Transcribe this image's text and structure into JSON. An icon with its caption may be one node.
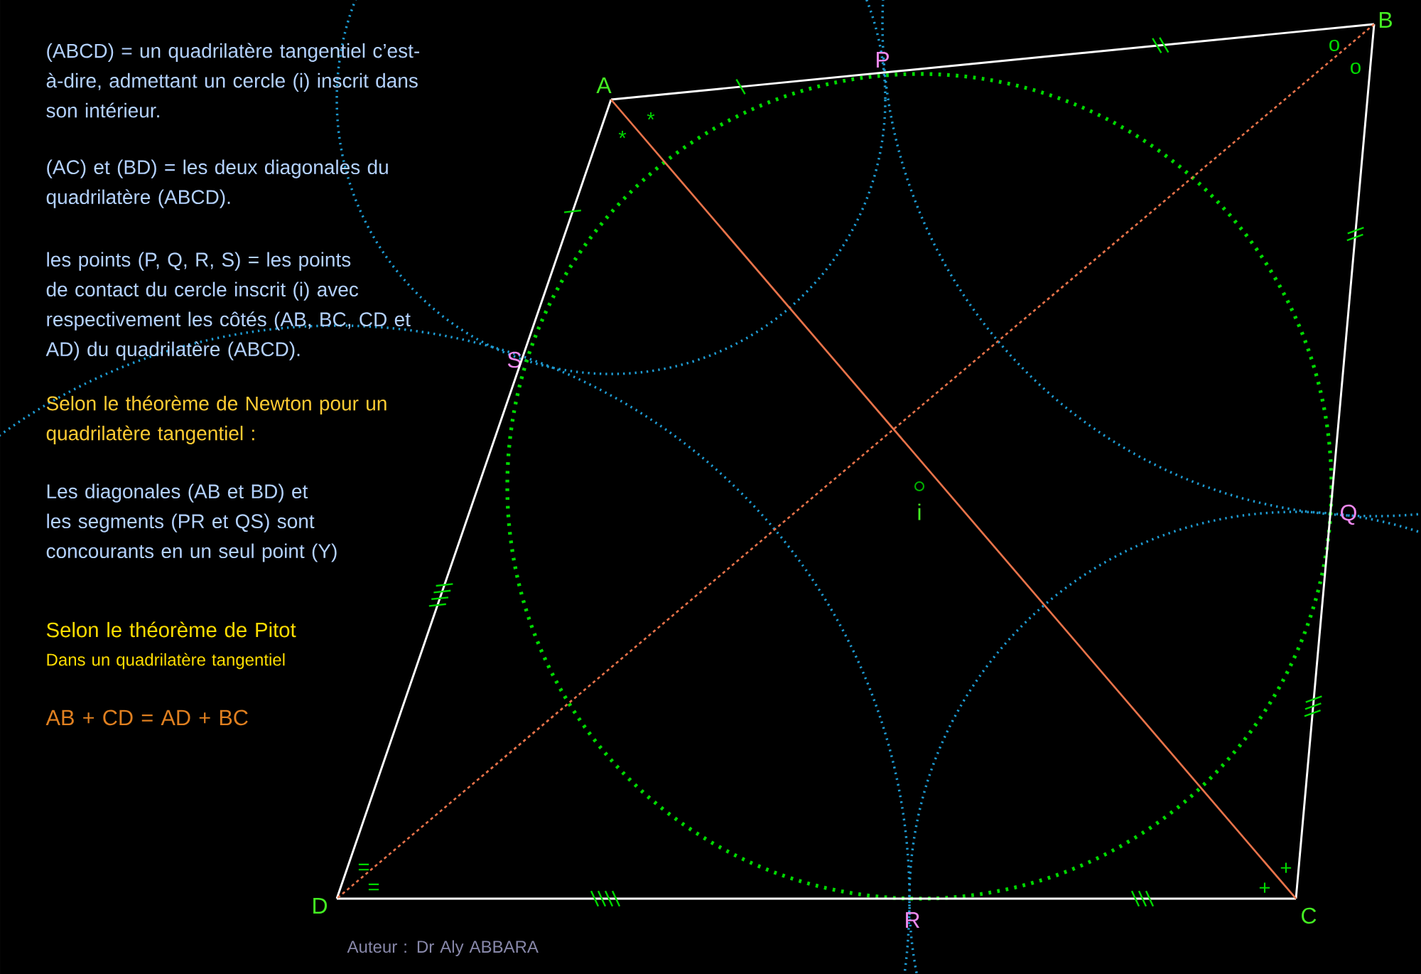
{
  "diagram": {
    "nodes": [
      {
        "text": [
          "A"
        ]
      },
      {
        "text": [
          "B"
        ]
      },
      {
        "text": [
          "C"
        ]
      },
      {
        "text": [
          "D"
        ]
      },
      {
        "text": [
          "P"
        ]
      },
      {
        "text": [
          "Q"
        ]
      },
      {
        "text": [
          "R"
        ]
      },
      {
        "text": [
          "S"
        ]
      },
      {
        "text": [
          "i"
        ]
      }
    ],
    "edges": [
      {
        "from": 0,
        "to": 1,
        "arrow": "none"
      },
      {
        "from": 1,
        "to": 2,
        "arrow": "none"
      },
      {
        "from": 2,
        "to": 3,
        "arrow": "none"
      },
      {
        "from": 3,
        "to": 0,
        "arrow": "none"
      },
      {
        "from": 0,
        "to": 2,
        "arrow": "none",
        "color": "#e8734a"
      },
      {
        "from": 1,
        "to": 3,
        "arrow": "none",
        "style": "dashed",
        "color": "#e8734a"
      }
    ],
    "labels": [
      "(ABCD) = un quadrilatère tangentiel c’est-à-dire, admettant un cercle (i) inscrit dans son intérieur.",
      "(AC) et (BD) = les deux diagonales du quadrilatère (ABCD).",
      "les points (P, Q, R, S) = les points de contact du cercle inscrit (i) avec respectivement les côtés (AB, BC, CD et AD) du quadrilatère (ABCD).",
      "Selon le théorème de Newton pour un quadrilatère tangentiel :",
      "Les diagonales (AB et BD) et les segments (PR et QS) sont concourants en un seul point (Y)",
      "Selon le théorème de Pitot",
      "Dans un quadrilatère tangentiel",
      "AB + CD = AD + BC",
      "Auteur : Dr Aly ABBARA",
      "*",
      "*",
      "o",
      "o",
      "+",
      "+",
      "=",
      "="
    ]
  }
}
